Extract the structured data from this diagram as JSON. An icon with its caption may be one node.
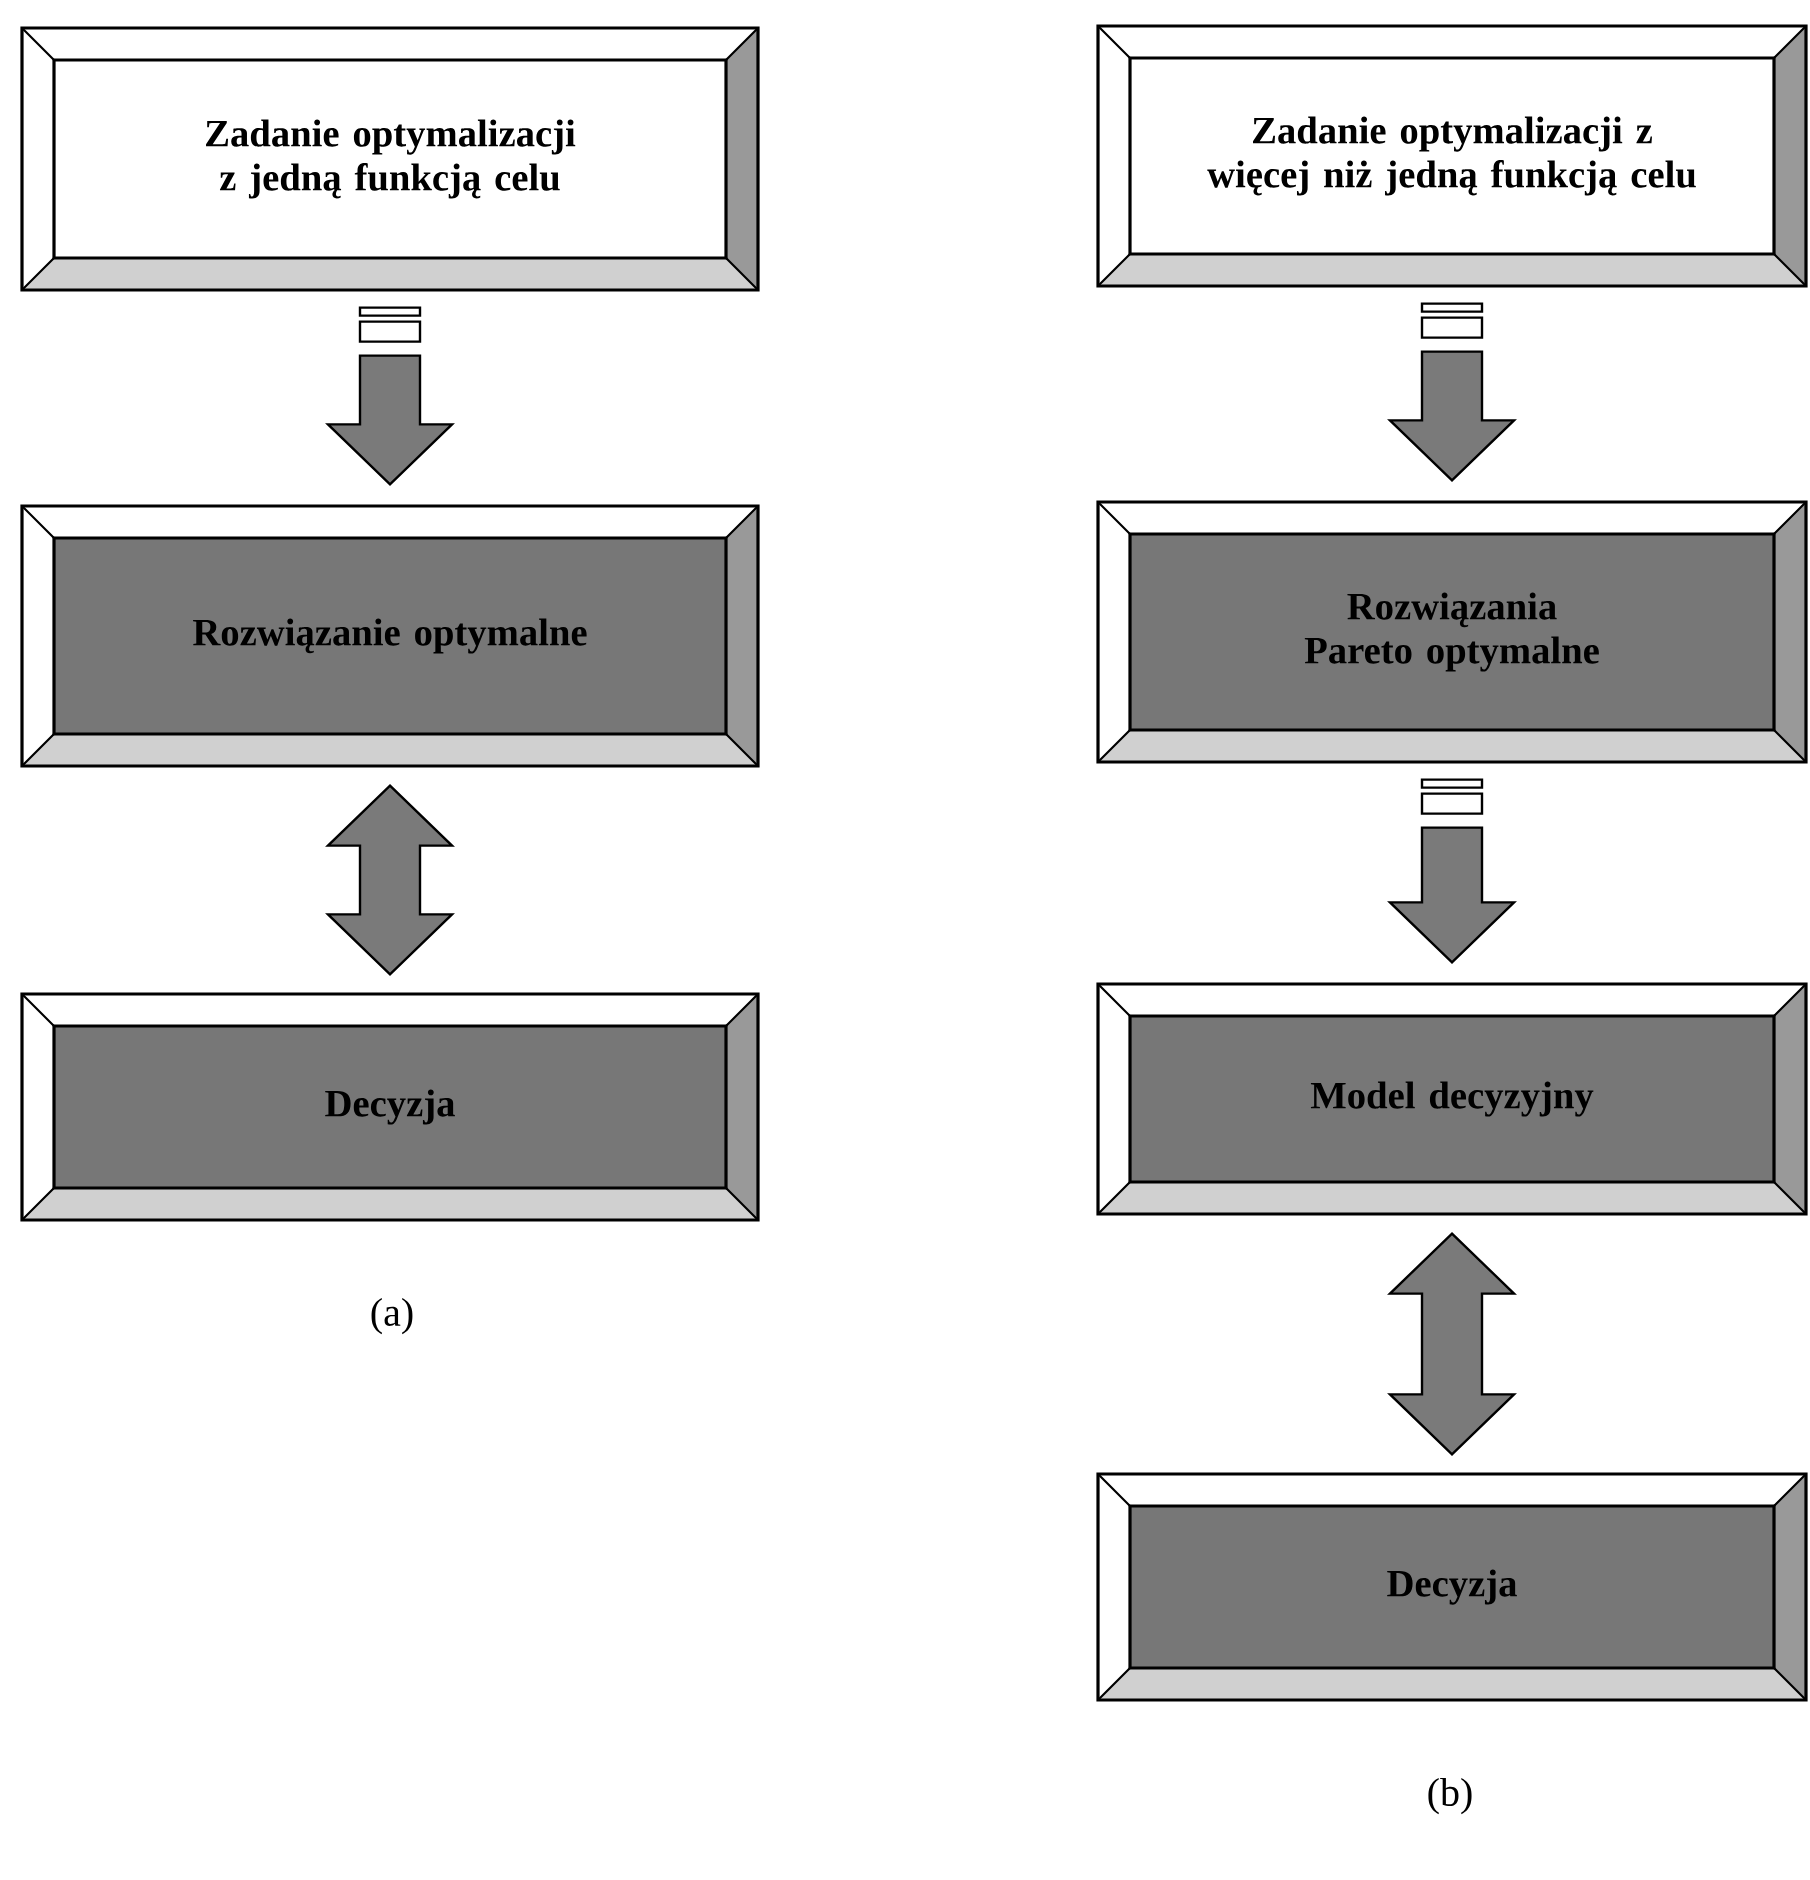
{
  "diagram": {
    "nodes": [
      {
        "text": [
          "Zadanie optymalizacji z jedną funkcją celu"
        ]
      },
      {
        "text": [
          "Rozwiązanie optymalne"
        ]
      },
      {
        "text": [
          "Decyzja"
        ]
      },
      {
        "text": [
          "Zadanie optymalizacji z więcej niż jedną funkcją celu"
        ]
      },
      {
        "text": [
          "Rozwiązania Pareto optymalne"
        ]
      },
      {
        "text": [
          "Model decyzyjny"
        ]
      },
      {
        "text": [
          "Decyzja"
        ]
      }
    ],
    "edges": [
      {
        "from": 0,
        "to": 1,
        "arrow": "to"
      },
      {
        "from": 1,
        "to": 2,
        "arrow": "both"
      },
      {
        "from": 3,
        "to": 4,
        "arrow": "to"
      },
      {
        "from": 4,
        "to": 5,
        "arrow": "to"
      },
      {
        "from": 5,
        "to": 6,
        "arrow": "both"
      }
    ],
    "labels": [
      "(a)",
      "(b)"
    ]
  }
}
